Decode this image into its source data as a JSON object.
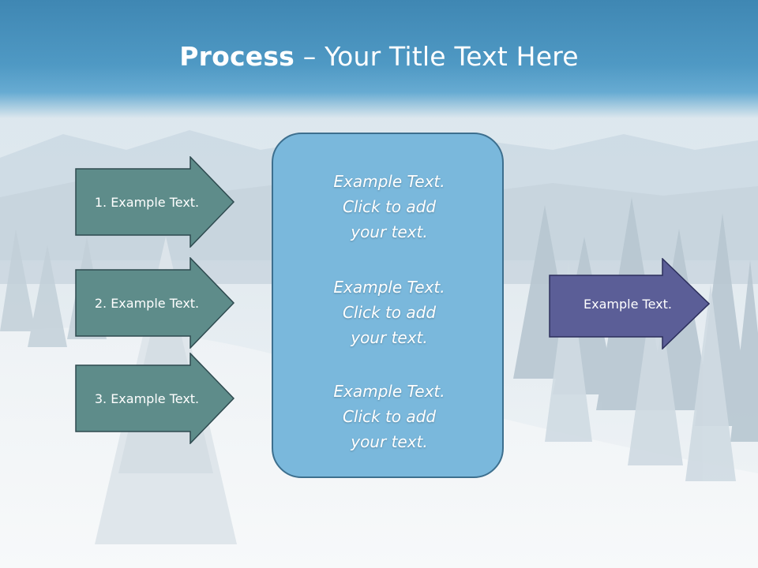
{
  "slide": {
    "title_bold": "Process",
    "title_rest": " – Your Title Text Here"
  },
  "left_arrows": [
    {
      "label": "1. Example Text."
    },
    {
      "label": "2. Example Text."
    },
    {
      "label": "3. Example Text."
    }
  ],
  "center_box": {
    "items": [
      {
        "text": "Example Text.\nClick  to add\nyour text."
      },
      {
        "text": "Example Text.\nClick  to add\nyour text."
      },
      {
        "text": "Example Text.\nClick  to add\nyour text."
      }
    ]
  },
  "right_arrow": {
    "label": "Example Text."
  },
  "colors": {
    "title_band": "#4f99c4",
    "left_arrow_fill": "#5e8c8a",
    "left_arrow_stroke": "#2e4a4f",
    "center_fill": "#7ab8dc",
    "center_stroke": "#3d6f8e",
    "right_arrow_fill": "#5b5e97",
    "right_arrow_stroke": "#2c2f5c"
  }
}
